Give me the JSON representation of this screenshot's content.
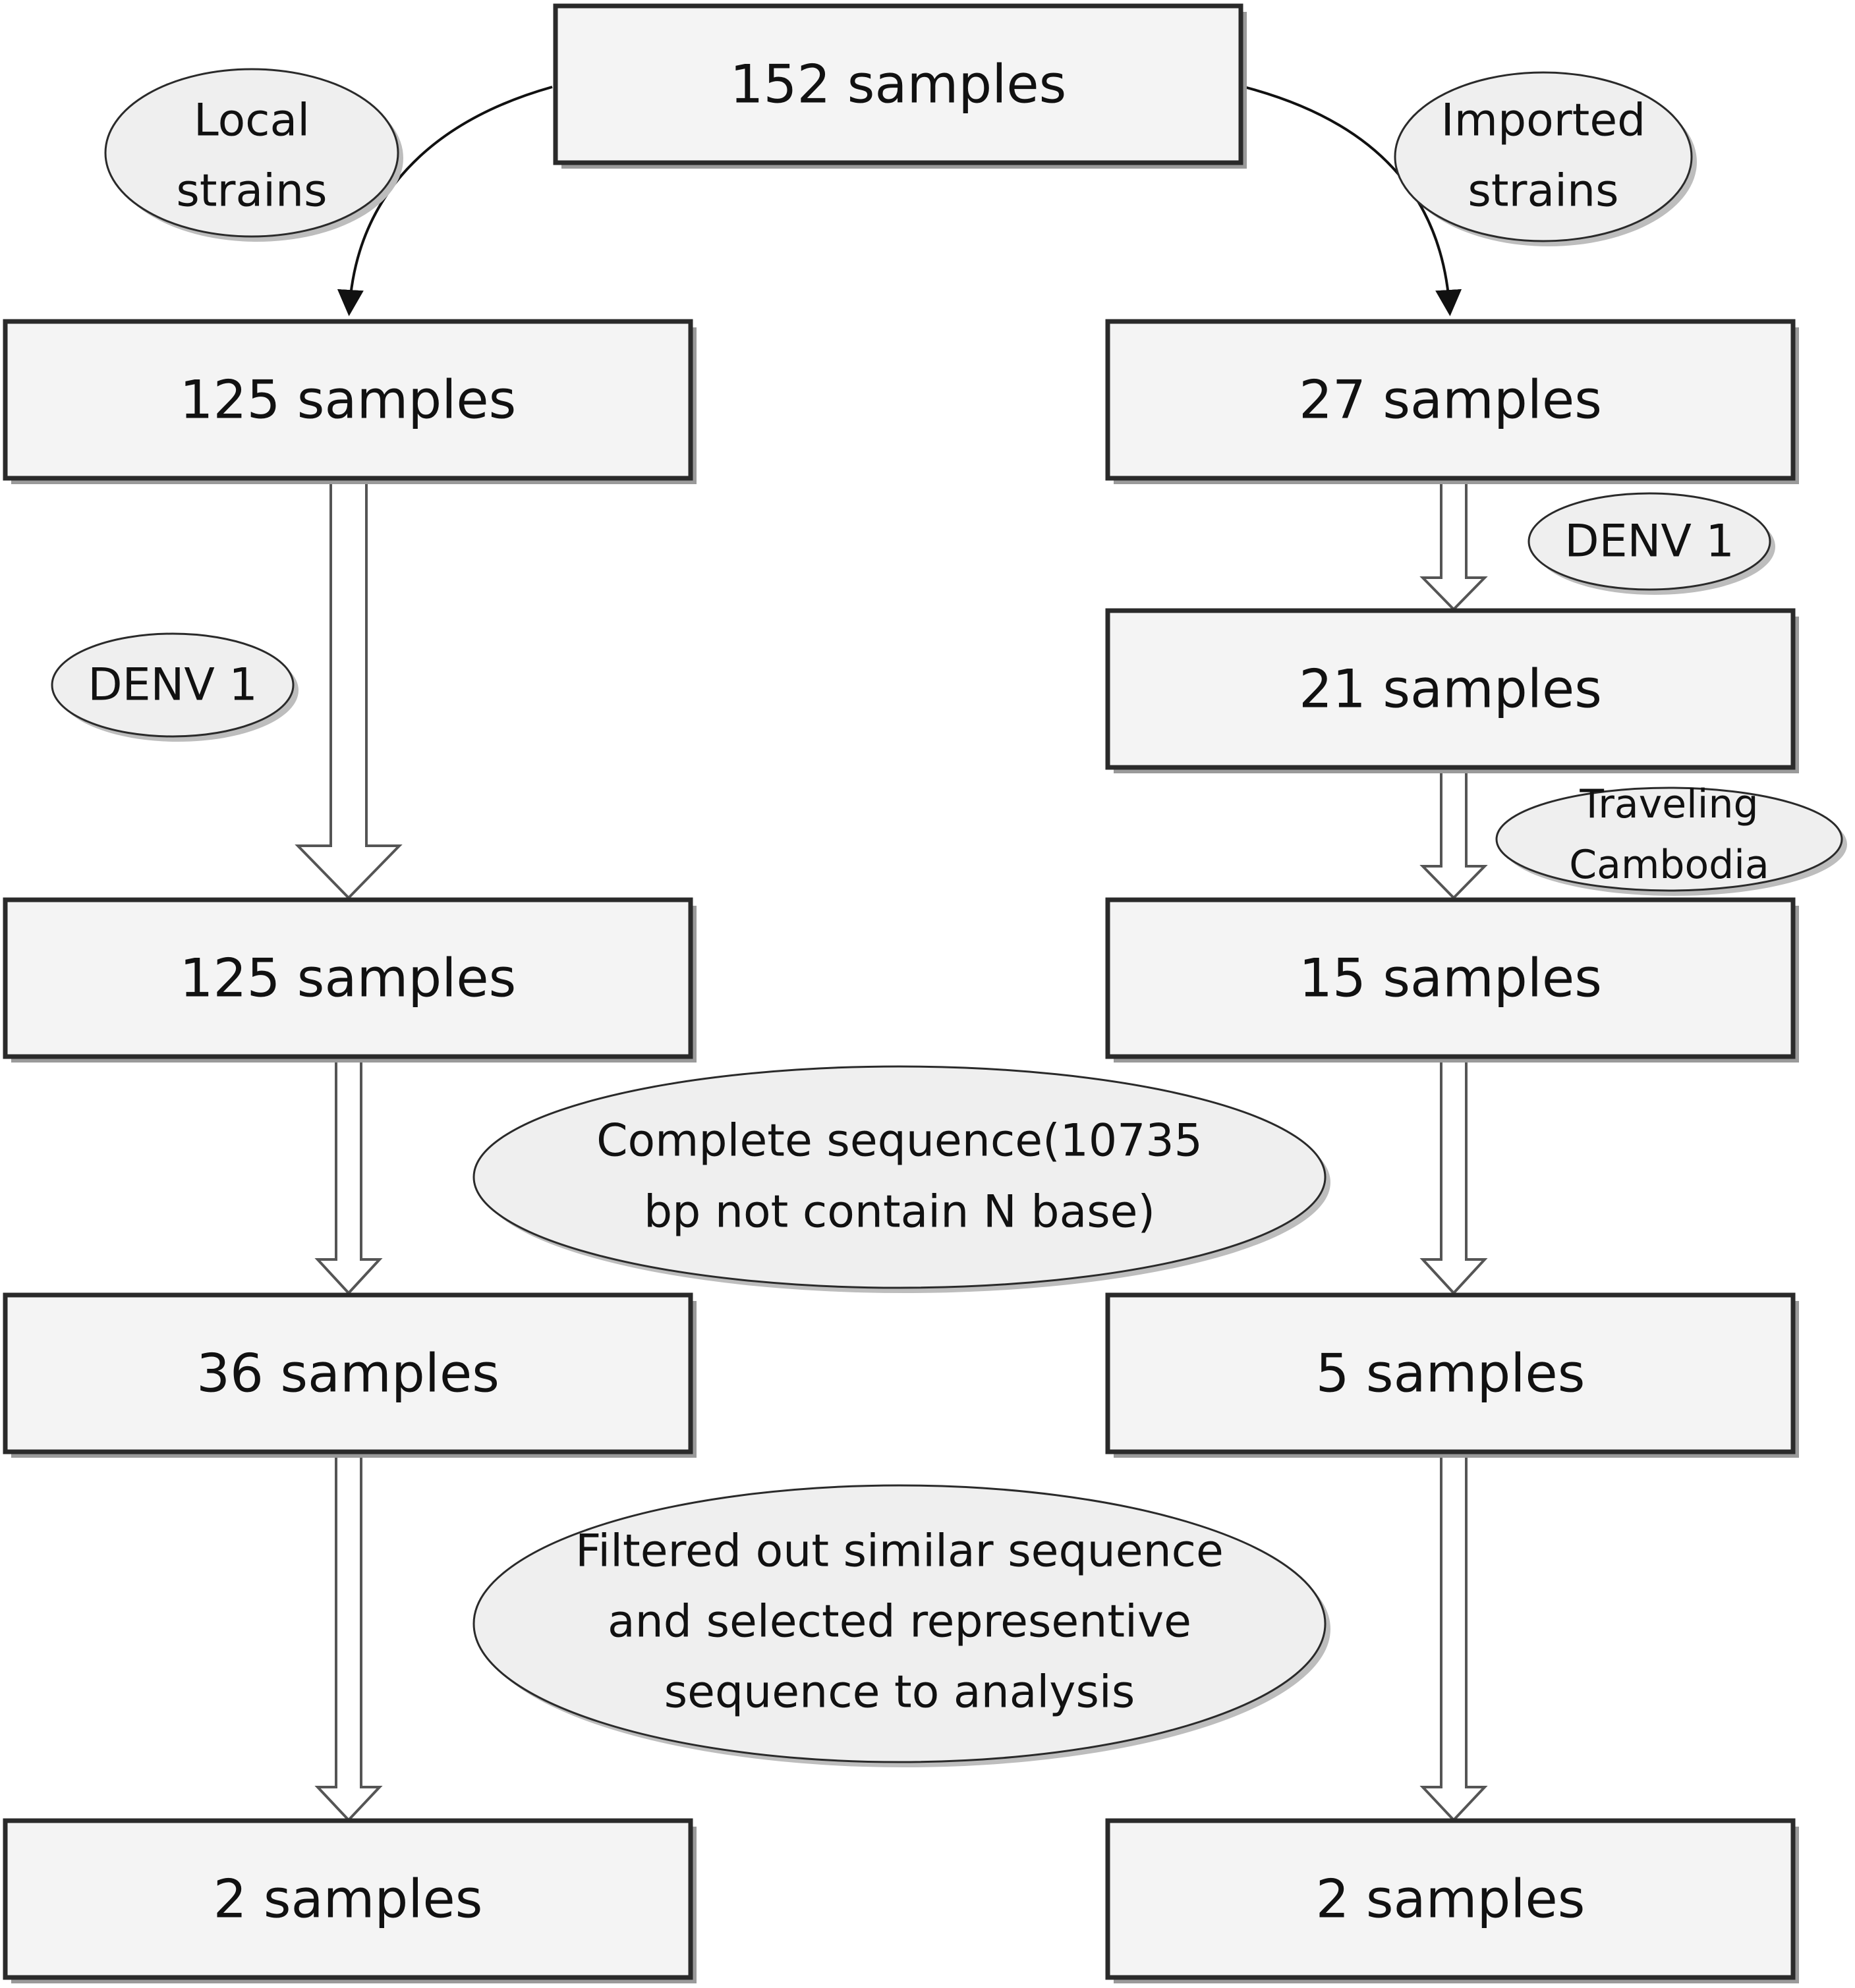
{
  "boxes": {
    "top": "152 samples",
    "local_1": "125 samples",
    "local_2": "125 samples",
    "local_3": "36 samples",
    "local_4": "2 samples",
    "imported_1": "27 samples",
    "imported_2": "21 samples",
    "imported_3": "15 samples",
    "imported_4": "5 samples",
    "imported_5": "2 samples"
  },
  "labels": {
    "local_strains": [
      "Local",
      "strains"
    ],
    "imported_strains": [
      "Imported",
      "strains"
    ],
    "denv_left": "DENV 1",
    "denv_right": "DENV 1",
    "traveling": [
      "Traveling",
      "Cambodia"
    ],
    "complete_sequence": [
      "Complete sequence(10735",
      "bp not contain N base)"
    ],
    "filtered": [
      "Filtered out similar sequence",
      "and selected representive",
      "sequence to analysis"
    ]
  }
}
